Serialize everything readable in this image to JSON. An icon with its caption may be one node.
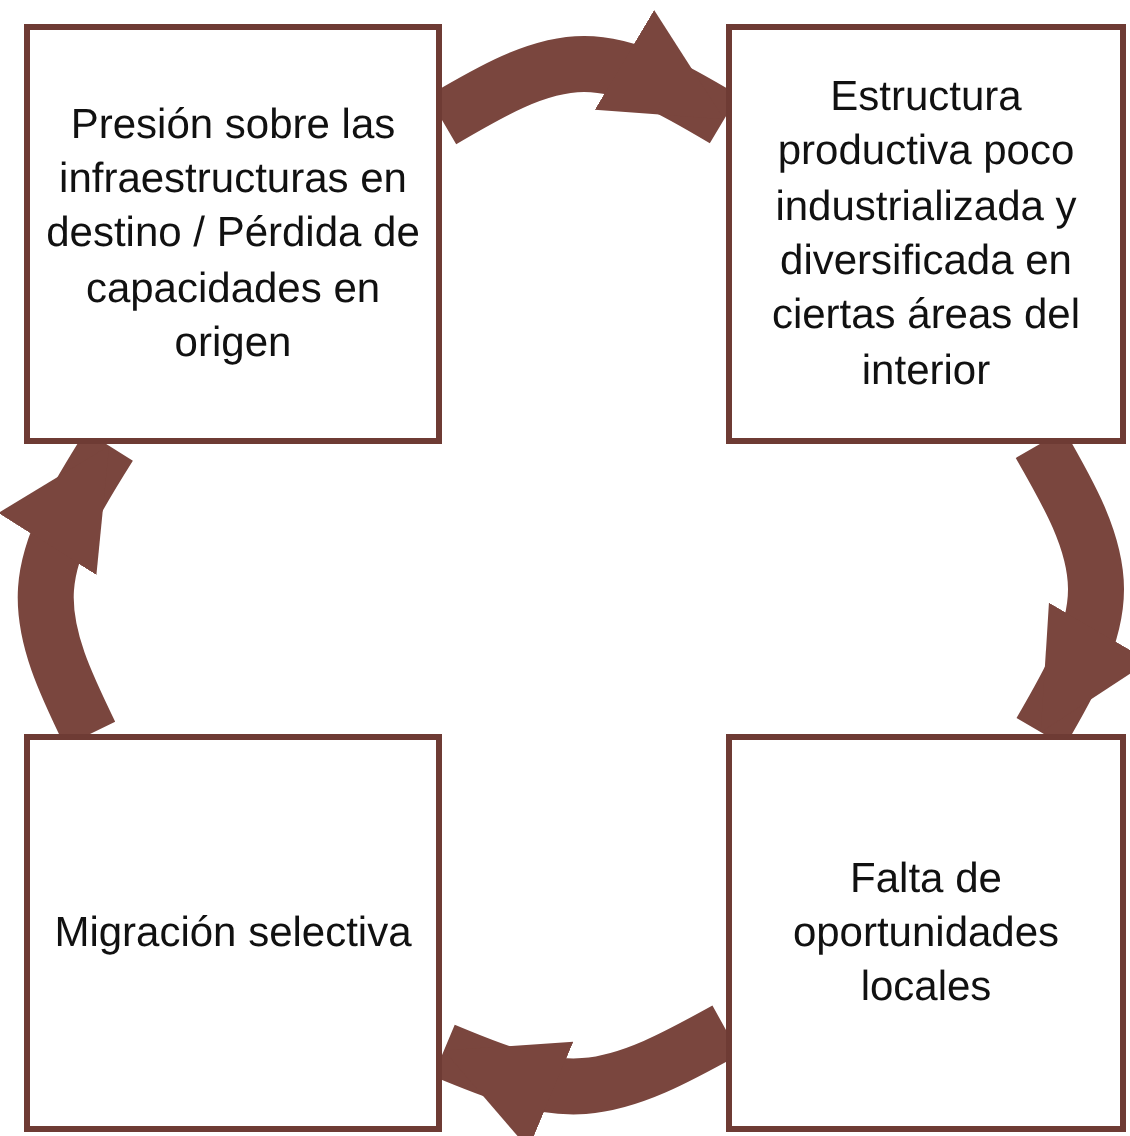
{
  "diagram": {
    "nodes": [
      {
        "text": [
          "Presión sobre las infraestructuras en destino / Pérdida de capacidades en origen"
        ]
      },
      {
        "text": [
          "Estructura productiva poco industrializada y diversificada en ciertas áreas del interior"
        ]
      },
      {
        "text": [
          "Falta de oportunidades locales"
        ]
      },
      {
        "text": [
          "Migración selectiva"
        ]
      }
    ],
    "edges": [
      {
        "from": 0,
        "to": 1,
        "arrow": "to"
      },
      {
        "from": 1,
        "to": 2,
        "arrow": "to"
      },
      {
        "from": 2,
        "to": 3,
        "arrow": "to"
      },
      {
        "from": 3,
        "to": 0,
        "arrow": "to"
      }
    ]
  }
}
